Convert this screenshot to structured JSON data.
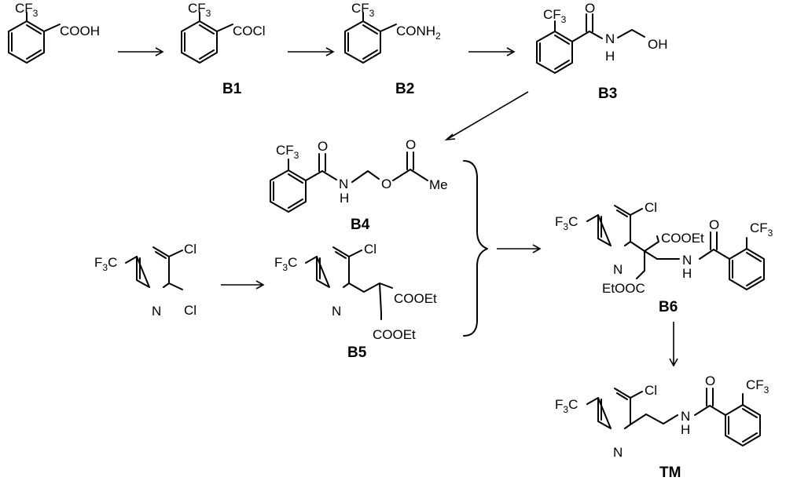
{
  "compounds": {
    "start": {
      "subst_top": "CF",
      "subst_top_sub": "3",
      "group": "COOH"
    },
    "b1": {
      "subst_top": "CF",
      "subst_top_sub": "3",
      "group": "COCl",
      "label": "B1"
    },
    "b2": {
      "subst_top": "CF",
      "subst_top_sub": "3",
      "group": "CONH",
      "group_sub": "2",
      "label": "B2"
    },
    "b3": {
      "subst_top": "CF",
      "subst_top_sub": "3",
      "oxygen": "O",
      "nh": "N",
      "nh_h": "H",
      "oh": "OH",
      "label": "B3"
    },
    "b4": {
      "subst_top": "CF",
      "subst_top_sub": "3",
      "oxygen": "O",
      "nh": "N",
      "nh_h": "H",
      "ester_o": "O",
      "carbonyl_o": "O",
      "me": "Me",
      "label": "B4"
    },
    "dichloro": {
      "cf3": "F",
      "cf3_sub": "3",
      "cf3_c": "C",
      "cl_top": "Cl",
      "cl_right": "Cl",
      "n": "N"
    },
    "b5": {
      "cf3": "F",
      "cf3_sub": "3",
      "cf3_c": "C",
      "cl": "Cl",
      "n": "N",
      "ester1": "COOEt",
      "ester2": "COOEt",
      "label": "B5"
    },
    "b6": {
      "cf3": "F",
      "cf3_sub": "3",
      "cf3_c": "C",
      "cl": "Cl",
      "n": "N",
      "ester1": "COOEt",
      "ester2": "EtOOC",
      "nh": "N",
      "nh_h": "H",
      "oxygen": "O",
      "aryl_cf3": "CF",
      "aryl_cf3_sub": "3",
      "label": "B6"
    },
    "tm": {
      "cf3": "F",
      "cf3_sub": "3",
      "cf3_c": "C",
      "cl": "Cl",
      "n": "N",
      "nh": "N",
      "nh_h": "H",
      "oxygen": "O",
      "aryl_cf3": "CF",
      "aryl_cf3_sub": "3",
      "label": "TM"
    }
  }
}
